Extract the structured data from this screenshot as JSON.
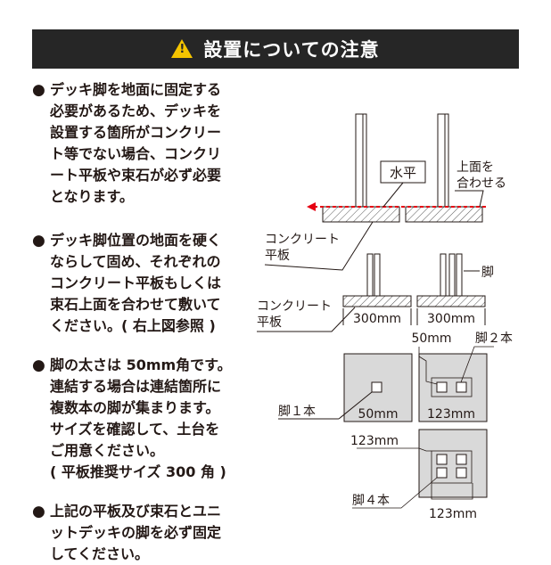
{
  "header": {
    "warning_icon": "warning-triangle-icon",
    "warning_glyph": "!",
    "title": "設置についての注意"
  },
  "notes": [
    {
      "bullet": "●",
      "text": "デッキ脚を地面に固定する\n必要があるため、デッキを\n設置する箇所がコンクリー\nト等でない場合、コンクリ\nート平板や束石が必ず必要\nとなります。"
    },
    {
      "bullet": "●",
      "text": "デッキ脚位置の地面を硬く\nならして固め、それぞれの\nコンクリート平板もしくは\n束石上面を合わせて敷いて\nください。( 右上図参照 )"
    },
    {
      "bullet": "●",
      "text": "脚の太さは 50mm角です。\n連結する場合は連結箇所に\n複数本の脚が集まります。\nサイズを確認して、土台を\nご用意ください。\n( 平板推奨サイズ 300 角 )"
    },
    {
      "bullet": "●",
      "text": "上記の平板及び束石とユニ\nットデッキの脚を必ず固定\nしてください。"
    }
  ],
  "diagram": {
    "level_label": "水平",
    "align_top_label_1": "上面を",
    "align_top_label_2": "合わせる",
    "concrete_label_1": "コンクリート",
    "concrete_label_2": "平板",
    "leg_label": "脚",
    "concrete2_label_1": "コンクリート",
    "concrete2_label_2": "平板",
    "dim_300_a": "300mm",
    "dim_300_b": "300mm",
    "dim_50_top": "50mm",
    "two_legs_label": "脚２本",
    "one_leg_label": "脚１本",
    "dim_50_bottom": "50mm",
    "dim_123_a": "123mm",
    "dim_123_top": "123mm",
    "four_legs_label": "脚４本",
    "dim_123_bottom": "123mm"
  }
}
